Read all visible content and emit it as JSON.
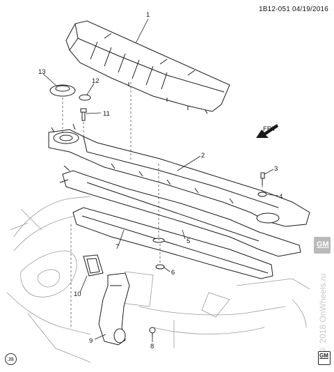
{
  "header": {
    "code": "1B12-051  04/19/2016"
  },
  "callouts": {
    "c1": "1",
    "c2": "2",
    "c3": "3",
    "c4": "4",
    "c5": "5",
    "c6": "6",
    "c7": "7",
    "c8": "8",
    "c9": "9",
    "c10": "10",
    "c11": "11",
    "c12": "12",
    "c13": "13"
  },
  "direction": {
    "label": "FRT"
  },
  "watermark": {
    "text": "© 2018 OnWheels.ru"
  },
  "logos": {
    "gm": "GM",
    "gm_small": "GM"
  },
  "badge": {
    "text": "JB"
  },
  "colors": {
    "line": "#1a1a1a",
    "ghost": "#8c8c8c",
    "watermark": "#c9c9c9"
  }
}
